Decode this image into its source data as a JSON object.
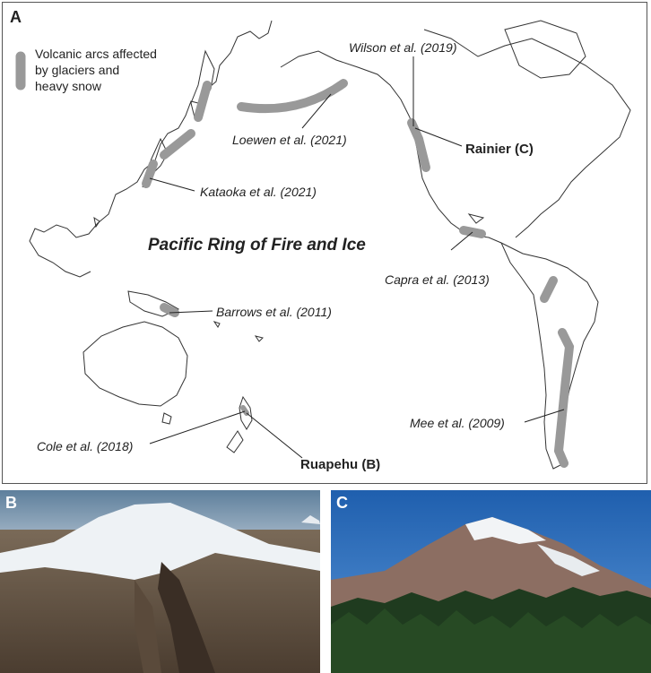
{
  "panels": {
    "a": "A",
    "b": "B",
    "c": "C"
  },
  "legend": {
    "line1": "Volcanic arcs affected",
    "line2": "by glaciers and",
    "line3": "heavy snow",
    "swatch_color": "#999999"
  },
  "title": "Pacific Ring of Fire and Ice",
  "volcanoes": {
    "rainier": "Rainier (C)",
    "ruapehu": "Ruapehu (B)"
  },
  "citations": {
    "wilson": "Wilson et al. (2019)",
    "loewen": "Loewen et al. (2021)",
    "kataoka": "Kataoka et al. (2021)",
    "capra": "Capra et al. (2013)",
    "barrows": "Barrows et al. (2011)",
    "mee": "Mee et al. (2009)",
    "cole": "Cole et al. (2018)"
  },
  "colors": {
    "arc": "#999999",
    "coast": "#333333",
    "text": "#222222"
  }
}
